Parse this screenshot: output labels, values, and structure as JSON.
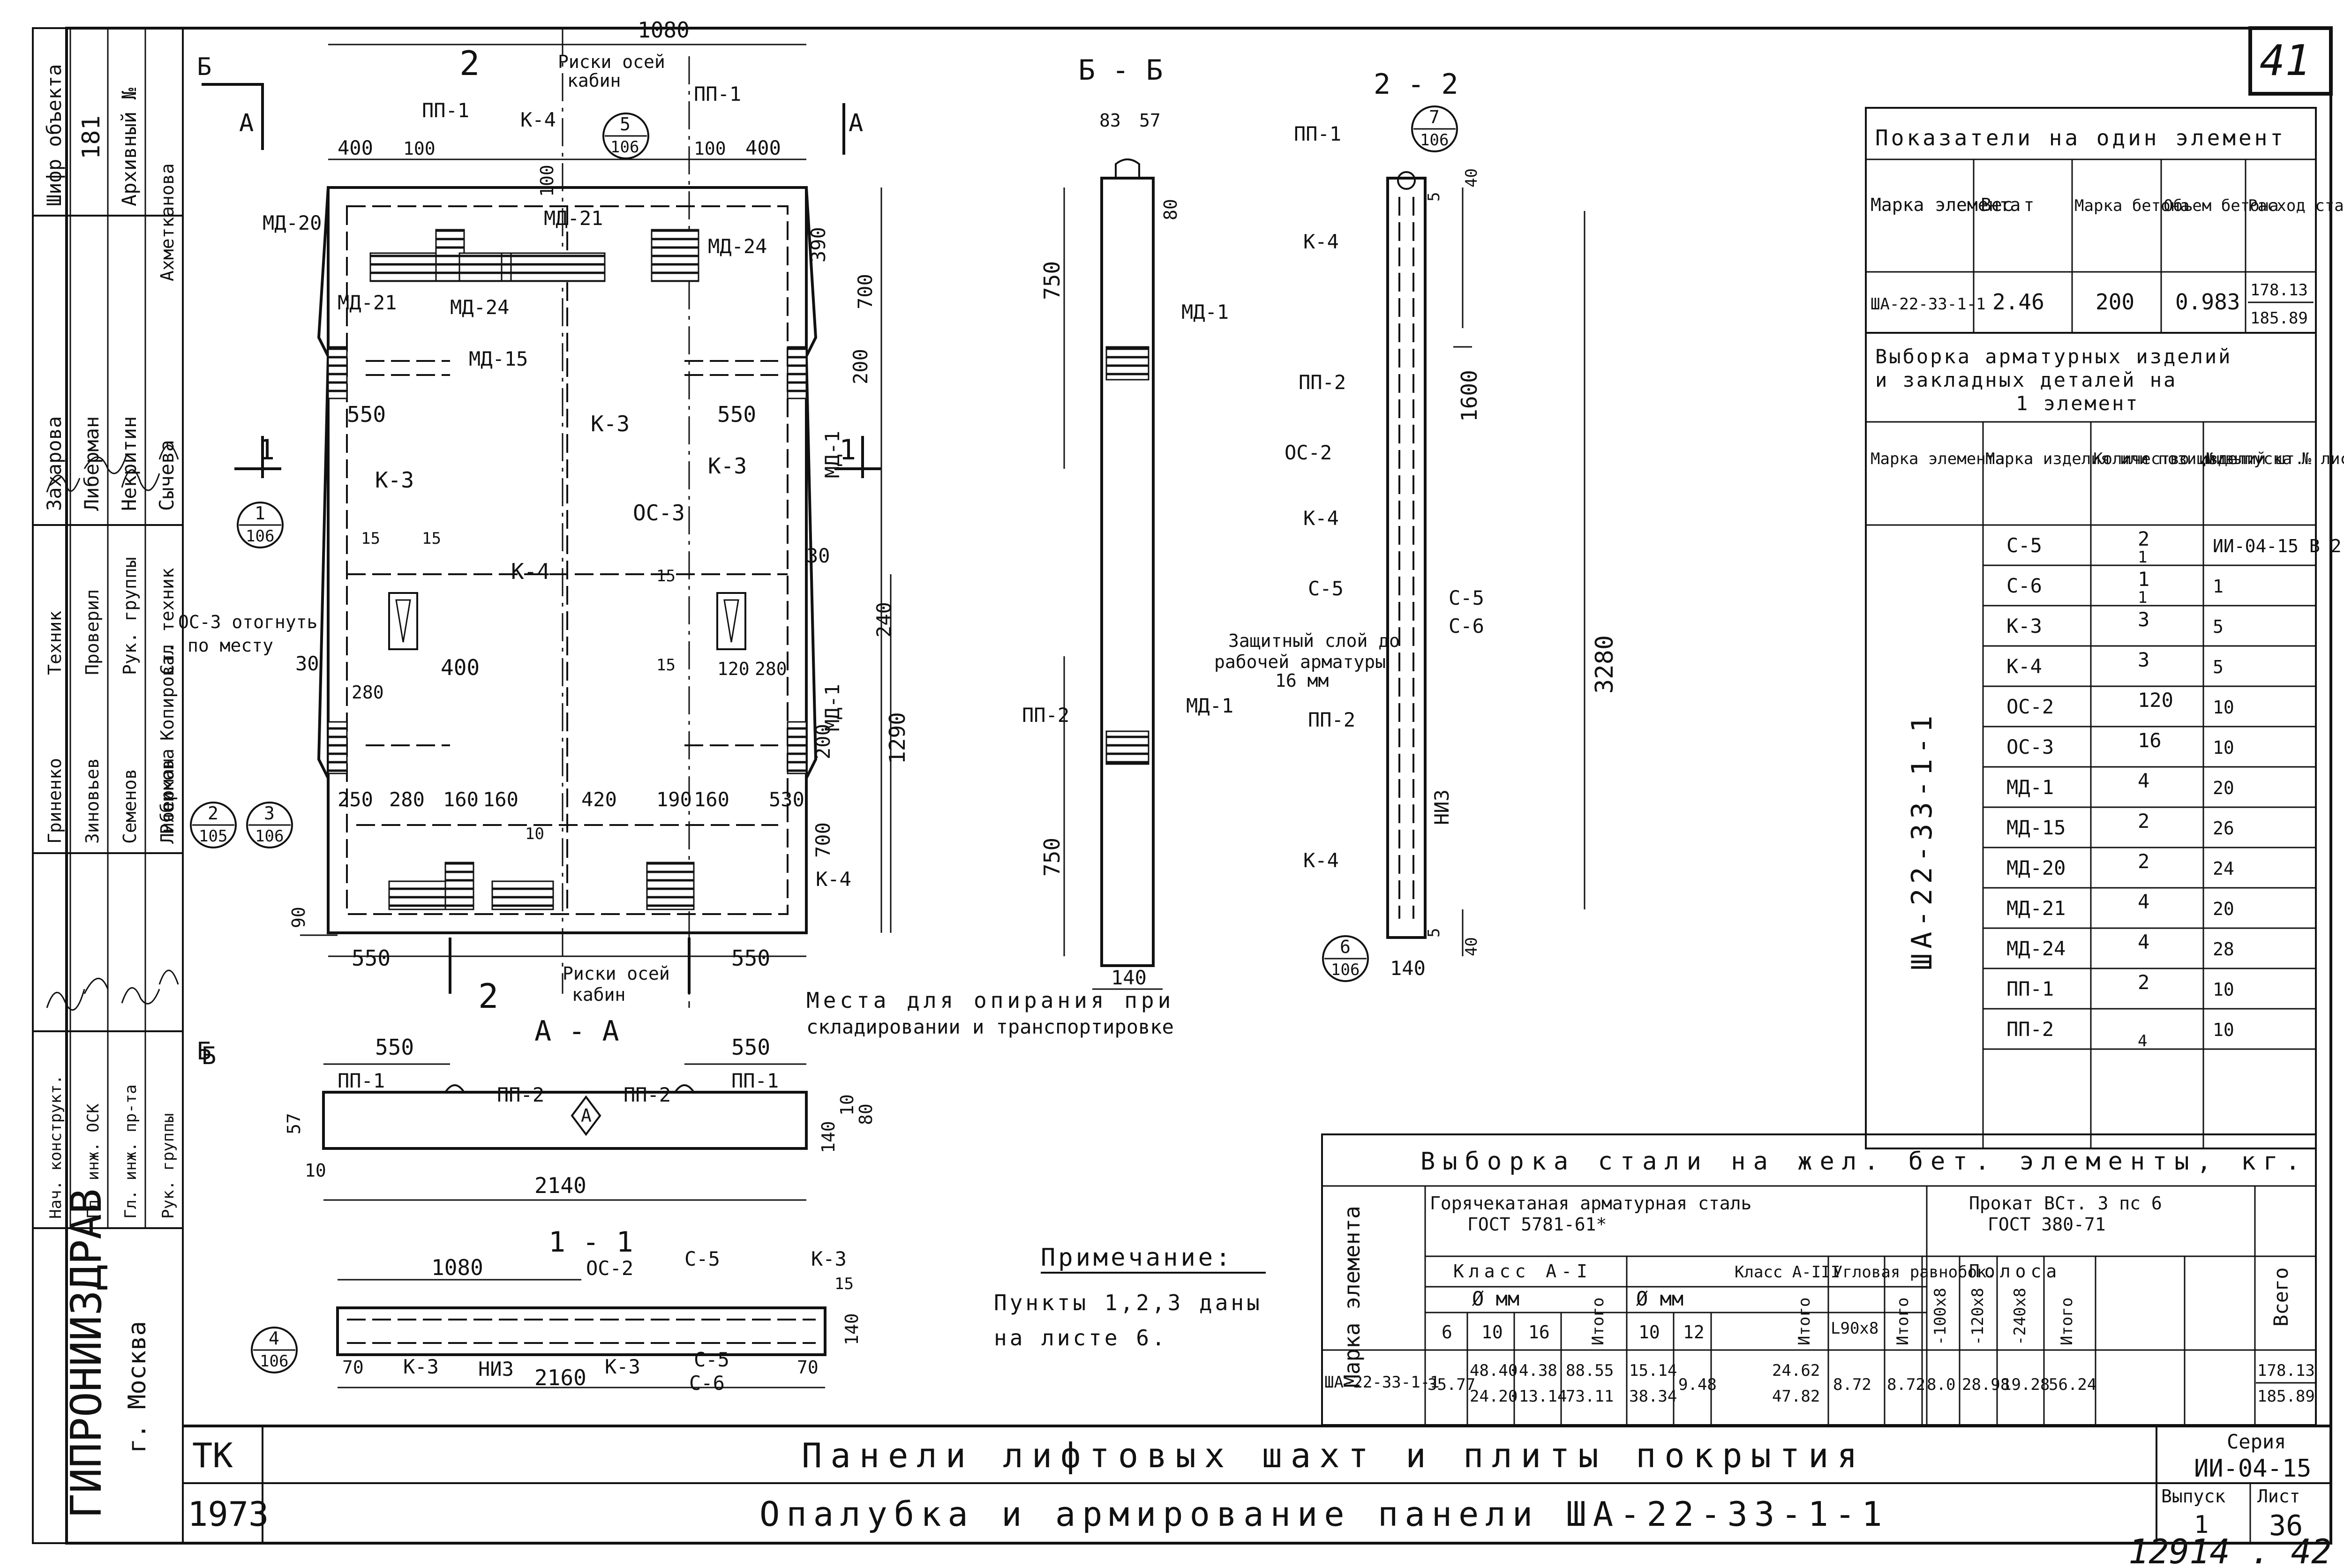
{
  "sheet": {
    "sheet_no": "41",
    "stamp_no": "12914 . 42"
  },
  "stamp": {
    "cols": [
      "Шифр объекта",
      "181",
      "Архивный №"
    ],
    "rows": [
      [
        "Нач. конструкт.",
        "Захарова",
        ""
      ],
      [
        "Гл. инж. проекта",
        "Либерман",
        ""
      ],
      [
        "Гл. инж. ОСК",
        "Некритин",
        ""
      ],
      [
        "Гл. инж. пр-та",
        "Сычева",
        ""
      ],
      [
        "Рук. группы",
        "Ахметканова",
        ""
      ],
      [
        "Техник",
        "Гриненко",
        ""
      ],
      [
        "Проверил",
        "Зиновьев",
        ""
      ],
      [
        "Рук. группы",
        "Семенов",
        ""
      ],
      [
        "Ст. техник",
        "Либерман",
        ""
      ],
      [
        "Копировал",
        "Рябикова",
        ""
      ]
    ]
  },
  "org": {
    "name": "ГИПРОНИИЗДРАВ",
    "city": "г. Москва"
  },
  "title_block": {
    "code": "ТК",
    "year": "1973",
    "title1": "Панели лифтовых шахт и плиты покрытия",
    "title2": "Опалубка и армирование панели ША-22-33-1-1",
    "series_label": "Серия",
    "series_value": "ИИ-04-15",
    "issue_label": "Выпуск",
    "issue_value": "1",
    "sheet_label": "Лист",
    "sheet_value": "36"
  },
  "drawing": {
    "view_main": "Б",
    "view_a": "А",
    "section_bb": "Б - Б",
    "section_22": "2 - 2",
    "section_aa": "А - А",
    "section_11": "1 - 1",
    "cut_2": "2",
    "cut_1": "1",
    "dims": {
      "d1080": "1080",
      "d400": "400",
      "d100": "100",
      "d550": "550",
      "d390": "390",
      "d700": "700",
      "d200": "200",
      "d240": "240",
      "d1290": "1290",
      "d15": "15",
      "d30": "30",
      "d280": "280",
      "d120": "120",
      "d160": "160",
      "d420": "420",
      "d190": "190",
      "d530": "530",
      "d250": "250",
      "d90": "90",
      "d10": "10",
      "d83": "83",
      "d57": "57",
      "d80": "80",
      "d750": "750",
      "d140": "140",
      "d5": "5",
      "d40": "40",
      "d1600": "1600",
      "d3280": "3280",
      "d2140": "2140",
      "d2160": "2160",
      "d70": "70"
    },
    "labels": {
      "pp1": "ПП-1",
      "pp2": "ПП-2",
      "k3": "К-3",
      "k4": "К-4",
      "md20": "МД-20",
      "md21": "МД-21",
      "md24": "МД-24",
      "md15": "МД-15",
      "md1": "МД-1",
      "os2": "ОС-2",
      "os3": "ОС-3",
      "s5": "С-5",
      "s6": "С-6",
      "niz": "НИЗ",
      "risk_top_1": "Риски осей",
      "risk_top_2": "кабин",
      "risk_bot_1": "Риски осей",
      "risk_bot_2": "кабин",
      "os3_note_1": "ОС-3 отогнуть",
      "os3_note_2": "по месту",
      "cover_1": "Защитный слой до",
      "cover_2": "рабочей арматуры",
      "cover_3": "16 мм",
      "support_1": "Места для опирания при",
      "support_2": "складировании и транспортировке",
      "tri_a": "А"
    },
    "callouts": [
      {
        "top": "5",
        "bottom": "106"
      },
      {
        "top": "1",
        "bottom": "106"
      },
      {
        "top": "2",
        "bottom": "105"
      },
      {
        "top": "3",
        "bottom": "106"
      },
      {
        "top": "7",
        "bottom": "106"
      },
      {
        "top": "6",
        "bottom": "106"
      },
      {
        "top": "4",
        "bottom": "106"
      }
    ]
  },
  "note": {
    "title": "Примечание:",
    "line1": "Пункты 1,2,3 даны",
    "line2": "на листе 6."
  },
  "indicators": {
    "title": "Показатели на один элемент",
    "headers": [
      "Марка элемента",
      "Вес т",
      "Марка бетона",
      "Объем бетона",
      "Расход стали кг"
    ],
    "row": [
      "ША-22-33-1-1",
      "2.46",
      "200",
      "0.983",
      "178.13",
      "185.89"
    ]
  },
  "selection": {
    "title1": "Выборка арматурных изделий",
    "title2": "и закладных деталей на",
    "title3": "1 элемент",
    "headers": [
      "Марка элемента",
      "Марка изделия или позиции",
      "Количество изделий шт.",
      "№ выпуска № листа"
    ],
    "element": "ША-22-33-1-1",
    "rows": [
      {
        "mark": "С-5",
        "qty": "2",
        "qty2": "1",
        "sheet": "ИИ-04-15 В 2"
      },
      {
        "mark": "С-6",
        "qty": "1",
        "qty2": "1",
        "sheet": "1"
      },
      {
        "mark": "К-3",
        "qty": "3",
        "qty2": "",
        "sheet": "5"
      },
      {
        "mark": "К-4",
        "qty": "3",
        "qty2": "",
        "sheet": "5"
      },
      {
        "mark": "ОС-2",
        "qty": "120",
        "qty2": "",
        "sheet": "10"
      },
      {
        "mark": "ОС-3",
        "qty": "16",
        "qty2": "",
        "sheet": "10"
      },
      {
        "mark": "МД-1",
        "qty": "4",
        "qty2": "",
        "sheet": "20"
      },
      {
        "mark": "МД-15",
        "qty": "2",
        "qty2": "",
        "sheet": "26"
      },
      {
        "mark": "МД-20",
        "qty": "2",
        "qty2": "",
        "sheet": "24"
      },
      {
        "mark": "МД-21",
        "qty": "4",
        "qty2": "",
        "sheet": "20"
      },
      {
        "mark": "МД-24",
        "qty": "4",
        "qty2": "",
        "sheet": "28"
      },
      {
        "mark": "ПП-1",
        "qty": "2",
        "qty2": "",
        "sheet": "10"
      },
      {
        "mark": "ПП-2",
        "qty": "",
        "qty2": "4",
        "sheet": "10"
      }
    ]
  },
  "steel": {
    "title": "Выборка стали на жел. бет. элементы, кг.",
    "col_mark": "Марка элемента",
    "group1_1": "Горячекатаная арматурная сталь",
    "group1_2": "ГОСТ 5781-61*",
    "group2_1": "Прокат ВСт. 3 пс 6",
    "group2_2": "ГОСТ 380-71",
    "class1": "Класс А-I",
    "class2": "Класс А-III",
    "diam1": "Ø мм",
    "diam2": "Ø мм",
    "angle": "Угловая равнобок.",
    "strip": "Полоса",
    "total": "Итого",
    "grand": "Всего",
    "d6": "6",
    "d10": "10",
    "d16": "16",
    "d10b": "10",
    "d12": "12",
    "l90": "L90x8",
    "s100": "-100x8",
    "s120": "-120x8",
    "s240": "-240x8",
    "row": {
      "mark": "ША-22-33-1-1",
      "v6": "35.77",
      "v10a": "48.40",
      "v10b": "24.20",
      "v16a": "4.38",
      "v16b": "13.14",
      "tot1a": "88.55",
      "tot1b": "73.11",
      "v10c": "15.14",
      "v10d": "38.34",
      "v12": "9.48",
      "tot2a": "24.62",
      "tot2b": "47.82",
      "l90": "8.72",
      "tot3": "8.72",
      "s100": "8.0",
      "s120": "28.98",
      "s240": "19.28",
      "tot4": "56.24",
      "grand_a": "178.13",
      "grand_b": "185.89"
    }
  }
}
